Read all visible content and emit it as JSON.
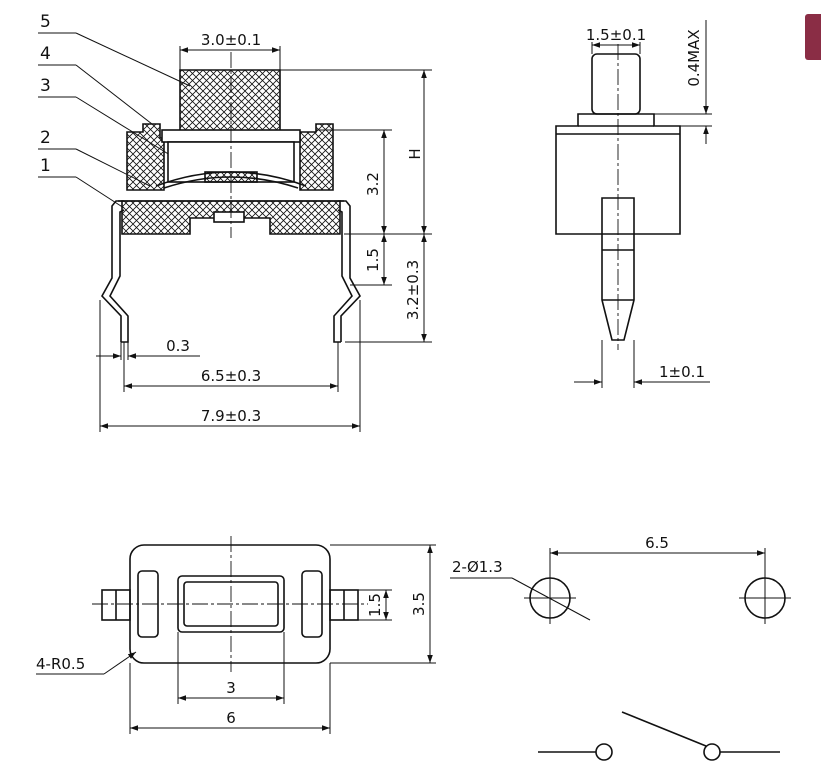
{
  "callouts": [
    "5",
    "4",
    "3",
    "2",
    "1"
  ],
  "front_view": {
    "cap_width": "3.0±0.1",
    "height": "H",
    "inner_height": "3.2",
    "pin_offset": "1.5",
    "pin_length": "3.2±0.3",
    "pin_thickness": "0.3",
    "pin_span": "6.5±0.3",
    "overall_width": "7.9±0.3"
  },
  "side_view": {
    "cap_width": "1.5±0.1",
    "protrusion": "0.4MAX",
    "pin_width": "1±0.1"
  },
  "top_view": {
    "corner_radius": "4-R0.5",
    "window_height": "1.5",
    "body_height": "3.5",
    "window_width": "3",
    "body_width": "6"
  },
  "pcb_layout": {
    "hole_callout": "2-Ø1.3",
    "hole_spacing": "6.5"
  },
  "colors": {
    "line": "#111111",
    "accent_tab": "#8a2d45"
  }
}
